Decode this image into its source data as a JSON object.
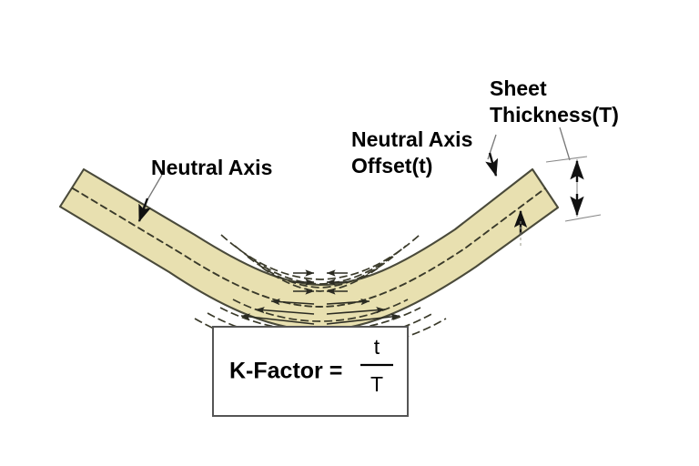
{
  "diagram": {
    "title": "Sheet Metal Bend K-Factor Diagram",
    "background_color": "#ffffff",
    "sheet": {
      "fill_color": "#E8E0B0",
      "stroke_color": "#4a4a3a",
      "description": "V-shaped bent sheet metal cross-section"
    },
    "neutral_axis": {
      "style": "dashed",
      "color": "#3a3a2a"
    },
    "stress_lines": {
      "color": "#3a3a2a",
      "compression_zone": "above neutral axis, arrows point inward",
      "tension_zone": "below neutral axis, arrows point outward"
    }
  },
  "labels": {
    "neutral_axis": "Neutral Axis",
    "neutral_axis_offset_line1": "Neutral Axis",
    "neutral_axis_offset_line2": "Offset(t)",
    "sheet_thickness_line1": "Sheet",
    "sheet_thickness_line2": "Thickness(T)"
  },
  "formula": {
    "left_side": "K-Factor  =",
    "numerator": "t",
    "denominator": "T",
    "border_color": "#555555",
    "background_color": "#ffffff"
  }
}
